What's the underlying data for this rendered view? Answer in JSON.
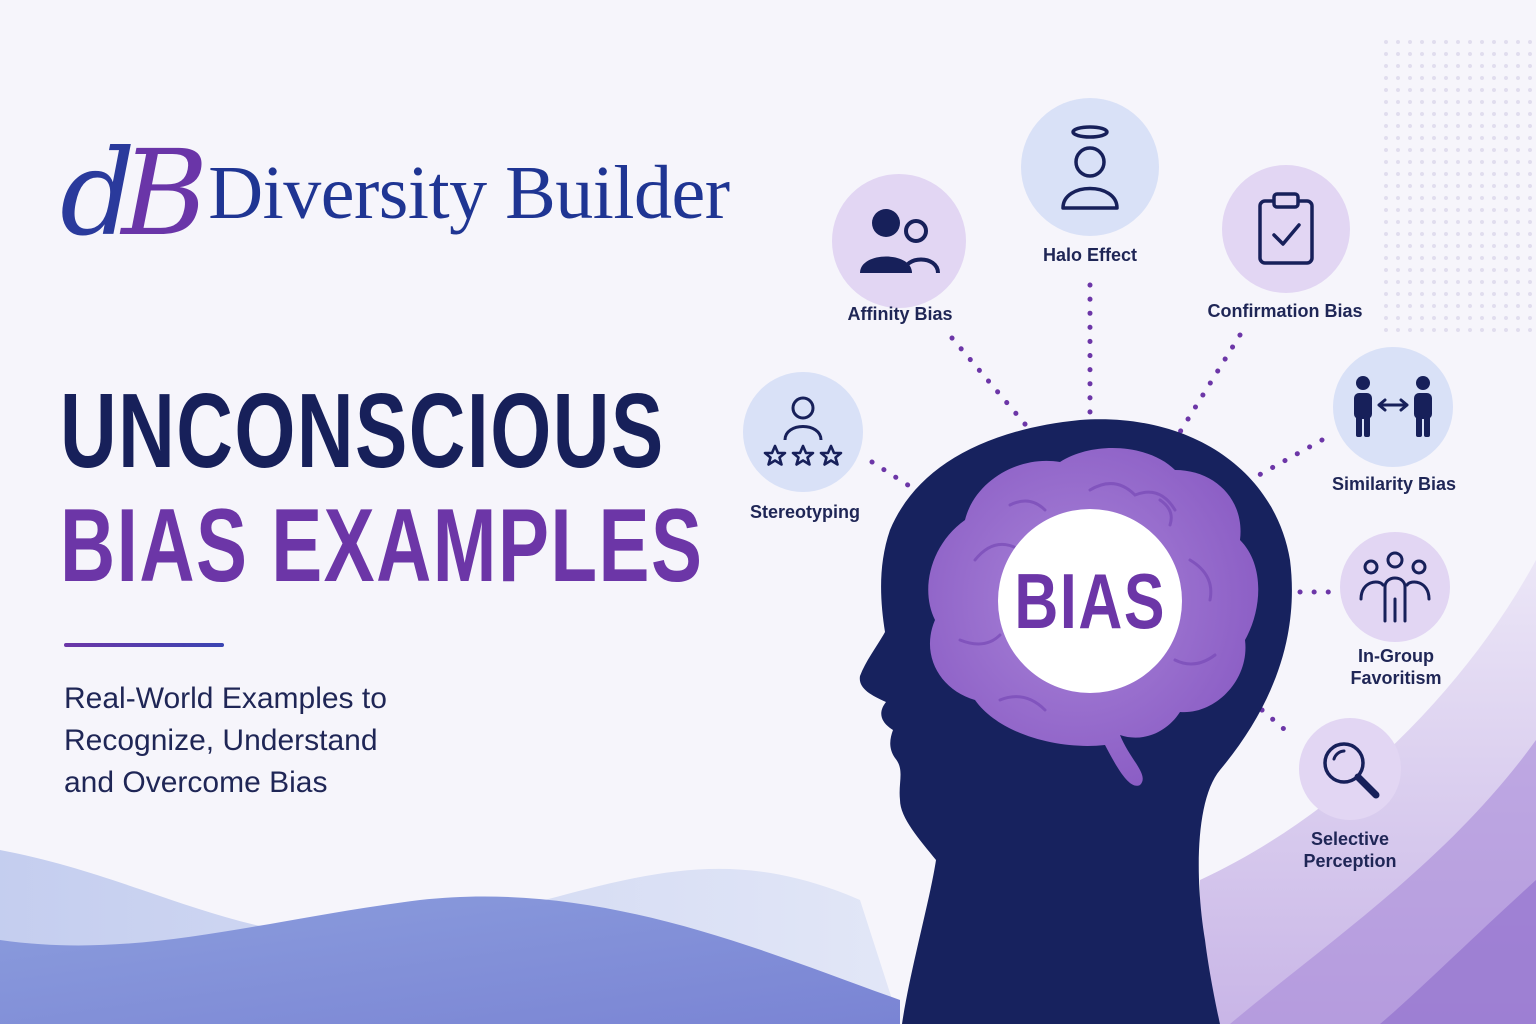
{
  "logo": {
    "mark_left": "d",
    "mark_right": "B",
    "name": "Diversity Builder"
  },
  "headline": {
    "line1": "UNCONSCIOUS",
    "line2": "BIAS EXAMPLES"
  },
  "subtitle": [
    "Real-World Examples to",
    "Recognize, Understand",
    "and Overcome Bias"
  ],
  "center_label": "BIAS",
  "biases": [
    {
      "label": [
        "Affinity Bias"
      ],
      "icon": "people-icon"
    },
    {
      "label": [
        "Halo Effect"
      ],
      "icon": "halo-person-icon"
    },
    {
      "label": [
        "Confirmation Bias"
      ],
      "icon": "clipboard-check-icon"
    },
    {
      "label": [
        "Stereotyping"
      ],
      "icon": "person-stars-icon"
    },
    {
      "label": [
        "Similarity Bias"
      ],
      "icon": "two-people-arrows-icon"
    },
    {
      "label": [
        "In-Group",
        "Favoritism"
      ],
      "icon": "group-icon"
    },
    {
      "label": [
        "Selective",
        "Perception"
      ],
      "icon": "magnifier-icon"
    }
  ],
  "colors": {
    "navy": "#17205a",
    "purple": "#6c36a7",
    "brain": "#9b6fce",
    "circle_lavender": "#e2d6f3",
    "circle_blue": "#d9e1f7"
  }
}
